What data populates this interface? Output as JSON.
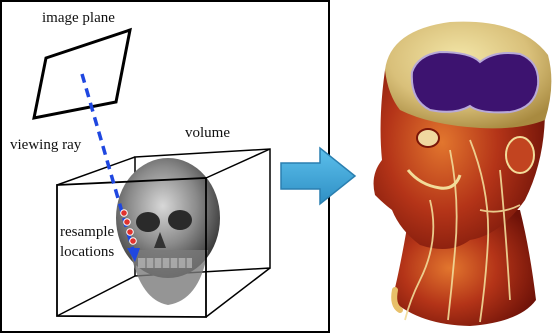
{
  "labels": {
    "image_plane": "image plane",
    "viewing_ray": "viewing ray",
    "volume": "volume",
    "resample_line1": "resample",
    "resample_line2": "locations"
  },
  "colors": {
    "frame": "#000000",
    "ray": "#1f47e0",
    "sample_point": "#e0322e",
    "arrow": "#3a9fd0",
    "arrow_border": "#2a7fb0",
    "background_right": "#ffffff"
  },
  "icons": {
    "transform_arrow": "right-arrow-icon"
  }
}
